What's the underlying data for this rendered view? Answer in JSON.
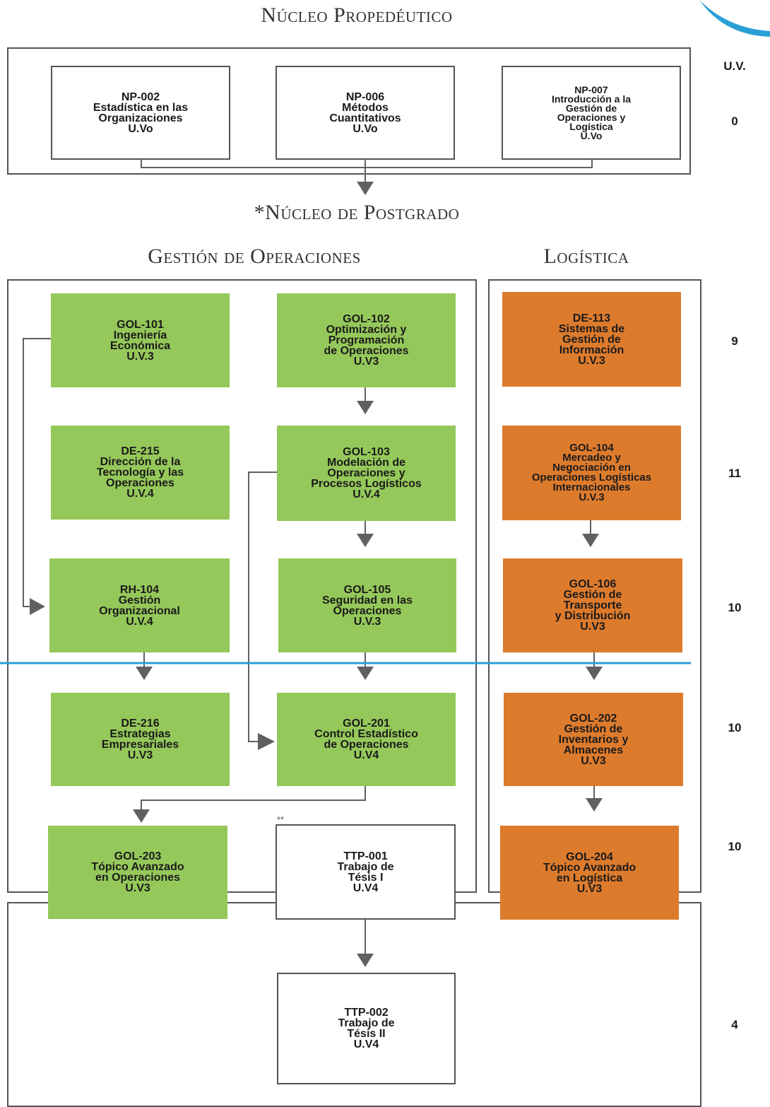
{
  "titles": {
    "propedeutico": "Núcleo Propedéutico",
    "postgrado": "*Núcleo de Postgrado",
    "gestion": "Gestión de Operaciones",
    "logistica": "Logística"
  },
  "uv_header": "U.V.",
  "uv_values": [
    "0",
    "9",
    "11",
    "10",
    "10",
    "10",
    "4"
  ],
  "courses": {
    "np002": {
      "code": "NP-002",
      "name": "Estadística en las\nOrganizaciones",
      "uv": "U.Vo"
    },
    "np006": {
      "code": "NP-006",
      "name": "Métodos\nCuantitativos",
      "uv": "U.Vo"
    },
    "np007": {
      "code": "NP-007",
      "name": "Introducción a la\nGestión de\nOperaciones y\nLogística",
      "uv": "U.Vo"
    },
    "gol101": {
      "code": "GOL-101",
      "name": "Ingeniería\nEconómica",
      "uv": "U.V.3"
    },
    "gol102": {
      "code": "GOL-102",
      "name": "Optimización y\nProgramación\nde Operaciones",
      "uv": "U.V3"
    },
    "de113": {
      "code": "DE-113",
      "name": "Sistemas de\nGestión de\nInformación",
      "uv": "U.V.3"
    },
    "de215": {
      "code": "DE-215",
      "name": "Dirección de la\nTecnología y las\nOperaciones",
      "uv": "U.V.4"
    },
    "gol103": {
      "code": "GOL-103",
      "name": "Modelación de\nOperaciones y\nProcesos Logísticos",
      "uv": "U.V.4"
    },
    "gol104": {
      "code": "GOL-104",
      "name": "Mercadeo y\nNegociación en\nOperaciones Logísticas\nInternacionales",
      "uv": "U.V.3"
    },
    "rh104": {
      "code": "RH-104",
      "name": "Gestión\nOrganizacional",
      "uv": "U.V.4"
    },
    "gol105": {
      "code": "GOL-105",
      "name": "Seguridad en las\nOperaciones",
      "uv": "U.V.3"
    },
    "gol106": {
      "code": "GOL-106",
      "name": "Gestión de\nTransporte\ny Distribución",
      "uv": "U.V3"
    },
    "de216": {
      "code": "DE-216",
      "name": "Estrategias\nEmpresariales",
      "uv": "U.V3"
    },
    "gol201": {
      "code": "GOL-201",
      "name": "Control Estadístico\nde Operaciones",
      "uv": "U.V4"
    },
    "gol202": {
      "code": "GOL-202",
      "name": "Gestión de\nInventarios y\nAlmacenes",
      "uv": "U.V3"
    },
    "gol203": {
      "code": "GOL-203",
      "name": "Tópico Avanzado\nen Operaciones",
      "uv": "U.V3"
    },
    "ttp001": {
      "code": "TTP-001",
      "name": "Trabajo de\nTésis I",
      "uv": "U.V4"
    },
    "gol204": {
      "code": "GOL-204",
      "name": "Tópico Avanzado\nen Logística",
      "uv": "U.V3"
    },
    "ttp002": {
      "code": "TTP-002",
      "name": "Trabajo de\nTésis II",
      "uv": "U.V4"
    }
  },
  "ttp001_mark": "**",
  "colors": {
    "green": "#95c85a",
    "orange": "#dd7b2d",
    "divider": "#2a9fd6",
    "arrow": "#606060"
  }
}
